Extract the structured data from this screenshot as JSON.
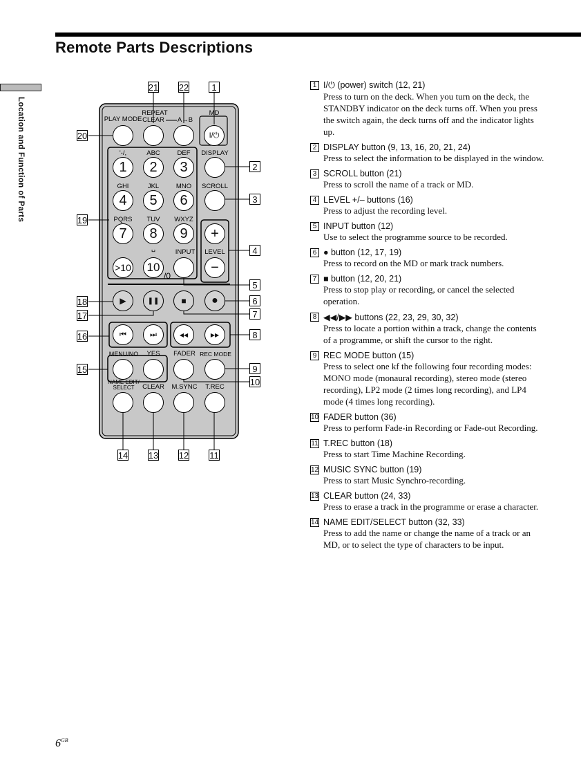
{
  "page": {
    "title": "Remote Parts Descriptions",
    "section_tab": "Location and Function of Parts",
    "folio_number": "6",
    "folio_suffix": "GB"
  },
  "remote": {
    "labels": {
      "play_mode": "PLAY MODE",
      "repeat": "REPEAT",
      "clear_top": "CLEAR",
      "ab": "A↔B",
      "md": "MD",
      "display": "DISPLAY",
      "scroll": "SCROLL",
      "level": "LEVEL",
      "input": "INPUT",
      "k1": "'-/,",
      "k2": "ABC",
      "k3": "DEF",
      "k4": "GHI",
      "k5": "JKL",
      "k6": "MNO",
      "k7": "PQRS",
      "k8": "TUV",
      "k9": "WXYZ",
      "k10_sub": "/0",
      "space_mark": "␣",
      "menu_no": "MENU/NO",
      "yes": "YES",
      "fader": "FADER",
      "rec_mode": "REC MODE",
      "name_edit": "NAME EDIT/",
      "select": "SELECT",
      "clear_bottom": "CLEAR",
      "m_sync": "M.SYNC",
      "t_rec": "T.REC"
    },
    "keys": {
      "k1": "1",
      "k2": "2",
      "k3": "3",
      "k4": "4",
      "k5": "5",
      "k6": "6",
      "k7": "7",
      "k8": "8",
      "k9": "9",
      "k_gt10": ">10",
      "k10": "10",
      "level_plus": "+",
      "level_minus": "−",
      "power": "I/⏻",
      "play": "▶",
      "pause": "❚❚",
      "stop": "■",
      "rec": "●",
      "prev": "⏮",
      "next": "⏭",
      "rew": "◀◀",
      "ff": "▶▶"
    },
    "callouts": {
      "c1": "1",
      "c2": "2",
      "c3": "3",
      "c4": "4",
      "c5": "5",
      "c6": "6",
      "c7": "7",
      "c8": "8",
      "c9": "9",
      "c10": "10",
      "c11": "11",
      "c12": "12",
      "c13": "13",
      "c14": "14",
      "c15": "15",
      "c16": "16",
      "c17": "17",
      "c18": "18",
      "c19": "19",
      "c20": "20",
      "c21": "21",
      "c22": "22"
    }
  },
  "descriptions": [
    {
      "num": "1",
      "head": "I/⏻ (power) switch (12, 21)",
      "body": "Press to turn on the deck.  When you turn on the deck, the STANDBY indicator on the deck turns off.  When you press the switch again, the deck turns off and the indicator lights up."
    },
    {
      "num": "2",
      "head": "DISPLAY button (9, 13, 16, 20, 21, 24)",
      "body": "Press to select the information to be displayed in the window."
    },
    {
      "num": "3",
      "head": "SCROLL button (21)",
      "body": "Press to scroll the name of a track or MD."
    },
    {
      "num": "4",
      "head": "LEVEL +/– buttons (16)",
      "body": "Press to adjust the recording level."
    },
    {
      "num": "5",
      "head": "INPUT button (12)",
      "body": "Use to select the programme source to be recorded."
    },
    {
      "num": "6",
      "head": "● button (12, 17, 19)",
      "body": "Press to record on the MD or mark track numbers."
    },
    {
      "num": "7",
      "head": "■ button (12, 20, 21)",
      "body": "Press to stop play or recording, or cancel the selected operation."
    },
    {
      "num": "8",
      "head": "◀◀/▶▶ buttons (22, 23, 29, 30, 32)",
      "body": "Press to locate a portion within a track, change the contents of a programme, or shift the cursor to the right."
    },
    {
      "num": "9",
      "head": "REC MODE button (15)",
      "body": "Press to select one kf the following four recording modes:  MONO mode (monaural recording), stereo mode (stereo recording), LP2 mode (2 times long recording), and LP4 mode (4 times long recording)."
    },
    {
      "num": "10",
      "head": "FADER button (36)",
      "body": "Press to perform Fade-in Recording or Fade-out Recording."
    },
    {
      "num": "11",
      "head": "T.REC button (18)",
      "body": "Press to start Time Machine Recording."
    },
    {
      "num": "12",
      "head": "MUSIC SYNC button (19)",
      "body": "Press to start Music Synchro-recording."
    },
    {
      "num": "13",
      "head": "CLEAR button (24, 33)",
      "body": "Press to erase a track in the programme or erase a character."
    },
    {
      "num": "14",
      "head": "NAME EDIT/SELECT button (32, 33)",
      "body": "Press to add the name or change the name of a track or an MD, or to select the type of characters to be input."
    }
  ]
}
